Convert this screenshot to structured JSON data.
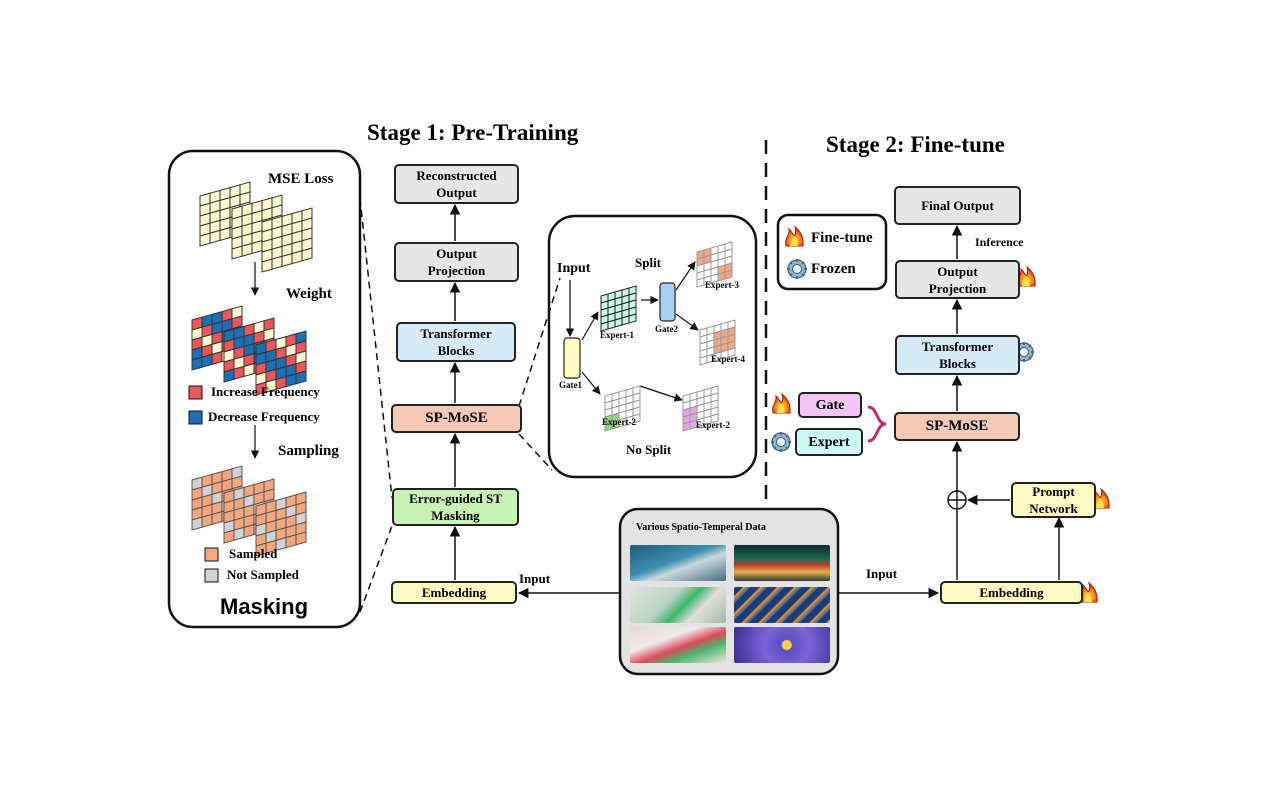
{
  "stage1": {
    "title": "Stage 1: Pre-Training",
    "reconstructed_output": "Reconstructed\nOutput",
    "output_projection": "Output\nProjection",
    "transformer_blocks": "Transformer\nBlocks",
    "sp_mose": "SP-MoSE",
    "masking_block": "Error-guided ST\nMasking",
    "embedding": "Embedding",
    "input_label": "Input"
  },
  "masking_panel": {
    "mse_loss": "MSE Loss",
    "weight": "Weight",
    "increase": "Increase Frequency",
    "decrease": "Decrease Frequency",
    "sampling": "Sampling",
    "sampled": "Sampled",
    "not_sampled": "Not Sampled",
    "title": "Masking"
  },
  "moe_panel": {
    "input": "Input",
    "split": "Split",
    "gate1": "Gate1",
    "gate2": "Gate2",
    "expert1": "Expert-1",
    "expert2a": "Expert-2",
    "expert2b": "Expert-2",
    "expert3": "Expert-3",
    "expert4": "Expert-4",
    "no_split": "No Split"
  },
  "data_panel": {
    "title": "Various Spatio-Temperal Data"
  },
  "stage2": {
    "title": "Stage 2:  Fine-tune",
    "legend_finetune": "Fine-tune",
    "legend_frozen": "Frozen",
    "final_output": "Final Output",
    "inference": "Inference",
    "output_projection": "Output\nProjection",
    "transformer_blocks": "Transformer\nBlocks",
    "gate": "Gate",
    "expert": "Expert",
    "sp_mose": "SP-MoSE",
    "prompt_network": "Prompt\nNetwork",
    "embedding": "Embedding",
    "input_label": "Input"
  },
  "colors": {
    "gray_box": "#e6e6e6",
    "blue_box": "#d6ebf7",
    "salmon_box": "#f6c8b6",
    "green_box": "#c9f2b5",
    "yellow_box": "#fffcc4",
    "pink_box": "#f3c6f5",
    "cyan_box": "#ccf7f5",
    "increase_red": "#e8585a",
    "decrease_blue": "#1f6fb4",
    "sampled_orange": "#f4a77e",
    "not_sampled_gray": "#d2d2d2",
    "brace_magenta": "#c0297a"
  },
  "icons": [
    "flame-icon",
    "snowflake-icon",
    "plus-circle-icon",
    "arrow-icon"
  ]
}
